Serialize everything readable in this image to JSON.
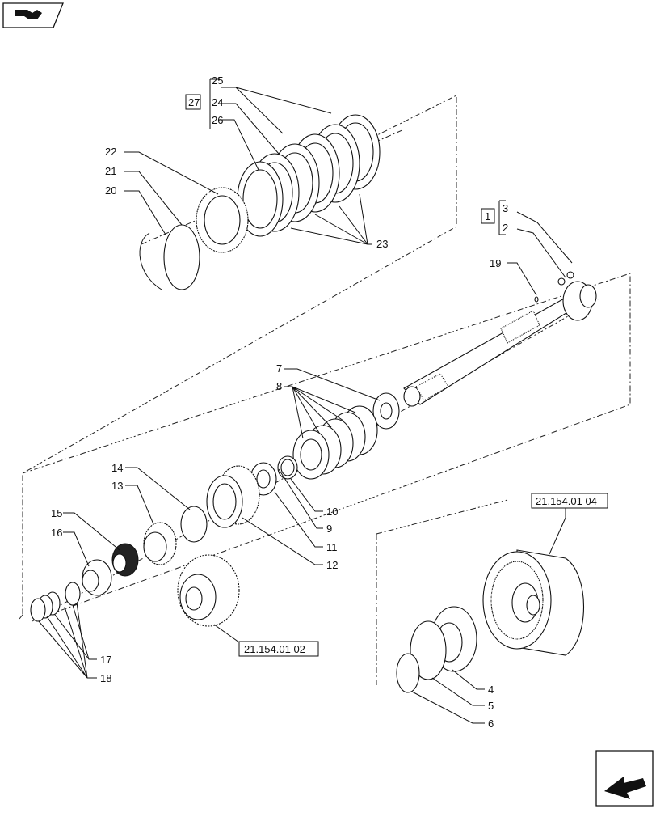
{
  "nav": {
    "back_icon": "book-arrow-icon",
    "next_icon": "next-page-arrow-icon"
  },
  "labels": [
    {
      "id": "l25",
      "text": "25"
    },
    {
      "id": "l27",
      "text": "27"
    },
    {
      "id": "l24",
      "text": "24"
    },
    {
      "id": "l26",
      "text": "26"
    },
    {
      "id": "l22",
      "text": "22"
    },
    {
      "id": "l21",
      "text": "21"
    },
    {
      "id": "l20",
      "text": "20"
    },
    {
      "id": "l23",
      "text": "23"
    },
    {
      "id": "l1",
      "text": "1"
    },
    {
      "id": "l3",
      "text": "3"
    },
    {
      "id": "l2",
      "text": "2"
    },
    {
      "id": "l19",
      "text": "19"
    },
    {
      "id": "l7",
      "text": "7"
    },
    {
      "id": "l8",
      "text": "8"
    },
    {
      "id": "l14",
      "text": "14"
    },
    {
      "id": "l13",
      "text": "13"
    },
    {
      "id": "l15",
      "text": "15"
    },
    {
      "id": "l16",
      "text": "16"
    },
    {
      "id": "l10",
      "text": "10"
    },
    {
      "id": "l9",
      "text": "9"
    },
    {
      "id": "l11",
      "text": "11"
    },
    {
      "id": "l12",
      "text": "12"
    },
    {
      "id": "l17",
      "text": "17"
    },
    {
      "id": "l18",
      "text": "18"
    },
    {
      "id": "l4",
      "text": "4"
    },
    {
      "id": "l5",
      "text": "5"
    },
    {
      "id": "l6",
      "text": "6"
    }
  ],
  "refs": {
    "clutch_housing": "21.154.01 04",
    "gear": "21.154.01 02"
  }
}
